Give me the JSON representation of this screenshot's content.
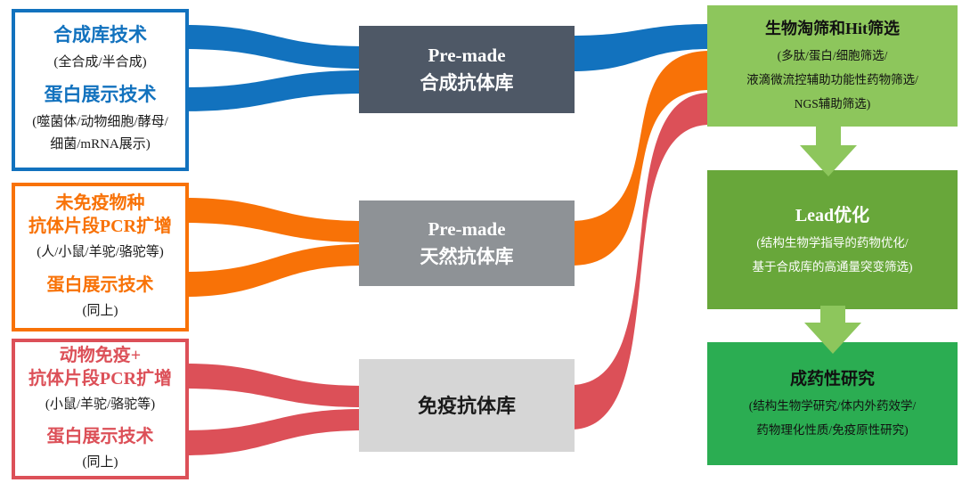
{
  "palette": {
    "blue": "#1272BE",
    "orange": "#F87207",
    "red": "#DC5058",
    "dark_slate": "#4E5866",
    "mid_gray": "#8E9296",
    "light_gray": "#D6D6D6",
    "light_green": "#8DC65C",
    "medium_green": "#68A73A",
    "bright_green": "#2BAD52",
    "white": "#FFFFFF"
  },
  "left_boxes": [
    {
      "title1": "合成库技术",
      "sub1": "(全合成/半合成)",
      "title2": "蛋白展示技术",
      "sub2": "(噬菌体/动物细胞/酵母/\n细菌/mRNA展示)"
    },
    {
      "title1": "未免疫物种\n抗体片段PCR扩增",
      "sub1": "(人/小鼠/羊驼/骆驼等)",
      "title2": "蛋白展示技术",
      "sub2": "(同上)"
    },
    {
      "title1": "动物免疫+\n抗体片段PCR扩增",
      "sub1": "(小鼠/羊驼/骆驼等)",
      "title2": "蛋白展示技术",
      "sub2": "(同上)"
    }
  ],
  "mid_boxes": [
    {
      "label": "Pre-made\n合成抗体库"
    },
    {
      "label": "Pre-made\n天然抗体库"
    },
    {
      "label": "免疫抗体库"
    }
  ],
  "right_boxes": [
    {
      "title": "生物淘筛和Hit筛选",
      "body": "(多肽/蛋白/细胞筛选/\n液滴微流控辅助功能性药物筛选/\nNGS辅助筛选)"
    },
    {
      "title": "Lead优化",
      "body": "(结构生物学指导的药物优化/\n基于合成库的高通量突变筛选)"
    },
    {
      "title": "成药性研究",
      "body": "(结构生物学研究/体内外药效学/\n药物理化性质/免疫原性研究)"
    }
  ]
}
